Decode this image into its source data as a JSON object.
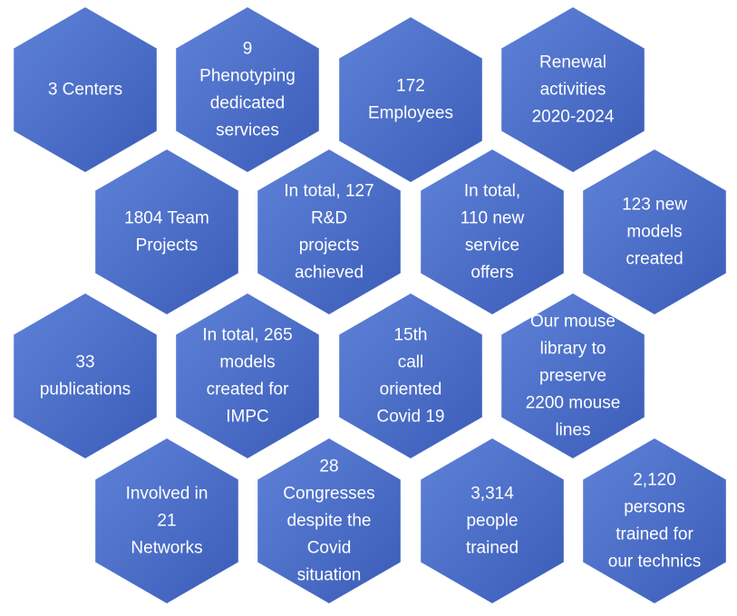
{
  "style": {
    "hex_fill_light": "#5f82d8",
    "hex_fill_dark": "#3a5cb8",
    "text_color": "#ffffff"
  },
  "hexagons": [
    {
      "id": "centers",
      "lines": [
        "3 Centers"
      ]
    },
    {
      "id": "phenotyping-services",
      "lines": [
        "9",
        "Phenotyping",
        "dedicated",
        "services"
      ]
    },
    {
      "id": "employees",
      "lines": [
        "172",
        "Employees"
      ]
    },
    {
      "id": "renewal-activities",
      "lines": [
        "Renewal",
        "activities",
        "2020-2024"
      ]
    },
    {
      "id": "team-projects",
      "lines": [
        "1804 Team",
        "Projects"
      ]
    },
    {
      "id": "rd-projects",
      "lines": [
        "In total, 127",
        "R&D",
        "projects",
        "achieved"
      ]
    },
    {
      "id": "service-offers",
      "lines": [
        "In total,",
        "110 new",
        "service",
        "offers"
      ]
    },
    {
      "id": "new-models",
      "lines": [
        "123 new",
        "models",
        "created"
      ]
    },
    {
      "id": "publications",
      "lines": [
        "33",
        "publications"
      ]
    },
    {
      "id": "impc-models",
      "lines": [
        "In total, 265",
        "models",
        "created for",
        "IMPC"
      ]
    },
    {
      "id": "covid-call",
      "lines": [
        "15th",
        "call",
        "oriented",
        "Covid 19"
      ]
    },
    {
      "id": "mouse-library",
      "lines": [
        "Our mouse",
        "library  to",
        "preserve",
        "2200 mouse",
        "lines"
      ]
    },
    {
      "id": "networks",
      "lines": [
        "Involved in",
        "21",
        "Networks"
      ]
    },
    {
      "id": "congresses",
      "lines": [
        "28",
        "Congresses",
        "despite the",
        "Covid",
        "situation"
      ]
    },
    {
      "id": "people-trained",
      "lines": [
        "3,314",
        "people",
        "trained"
      ]
    },
    {
      "id": "persons-trained",
      "lines": [
        "2,120",
        "persons",
        "trained for",
        "our technics"
      ]
    }
  ]
}
